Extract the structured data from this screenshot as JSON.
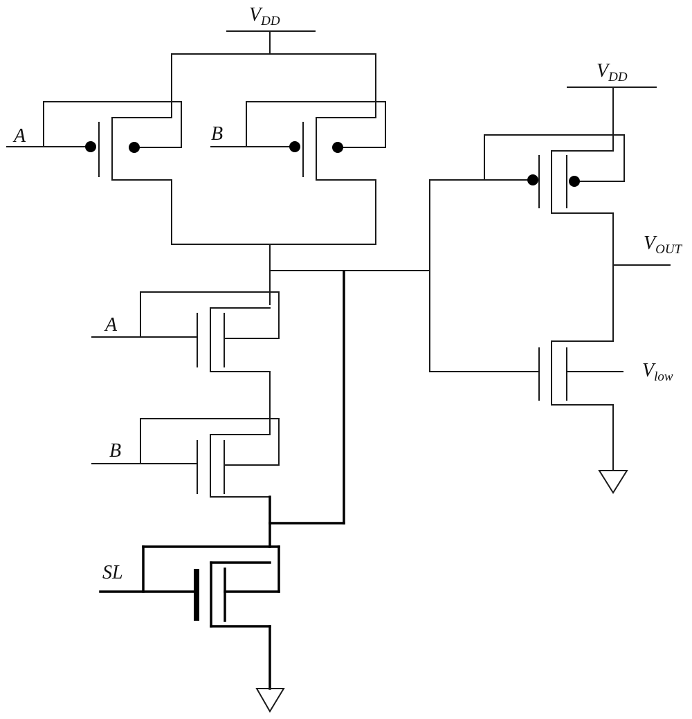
{
  "labels": {
    "vdd_left": {
      "main": "V",
      "sub": "DD"
    },
    "vdd_right": {
      "main": "V",
      "sub": "DD"
    },
    "vout": {
      "main": "V",
      "sub": "OUT"
    },
    "vlow": {
      "main": "V",
      "sub": "low"
    },
    "input_a_pmos": "A",
    "input_b_pmos": "B",
    "input_a_nmos": "A",
    "input_b_nmos": "B",
    "input_sl": "SL"
  }
}
